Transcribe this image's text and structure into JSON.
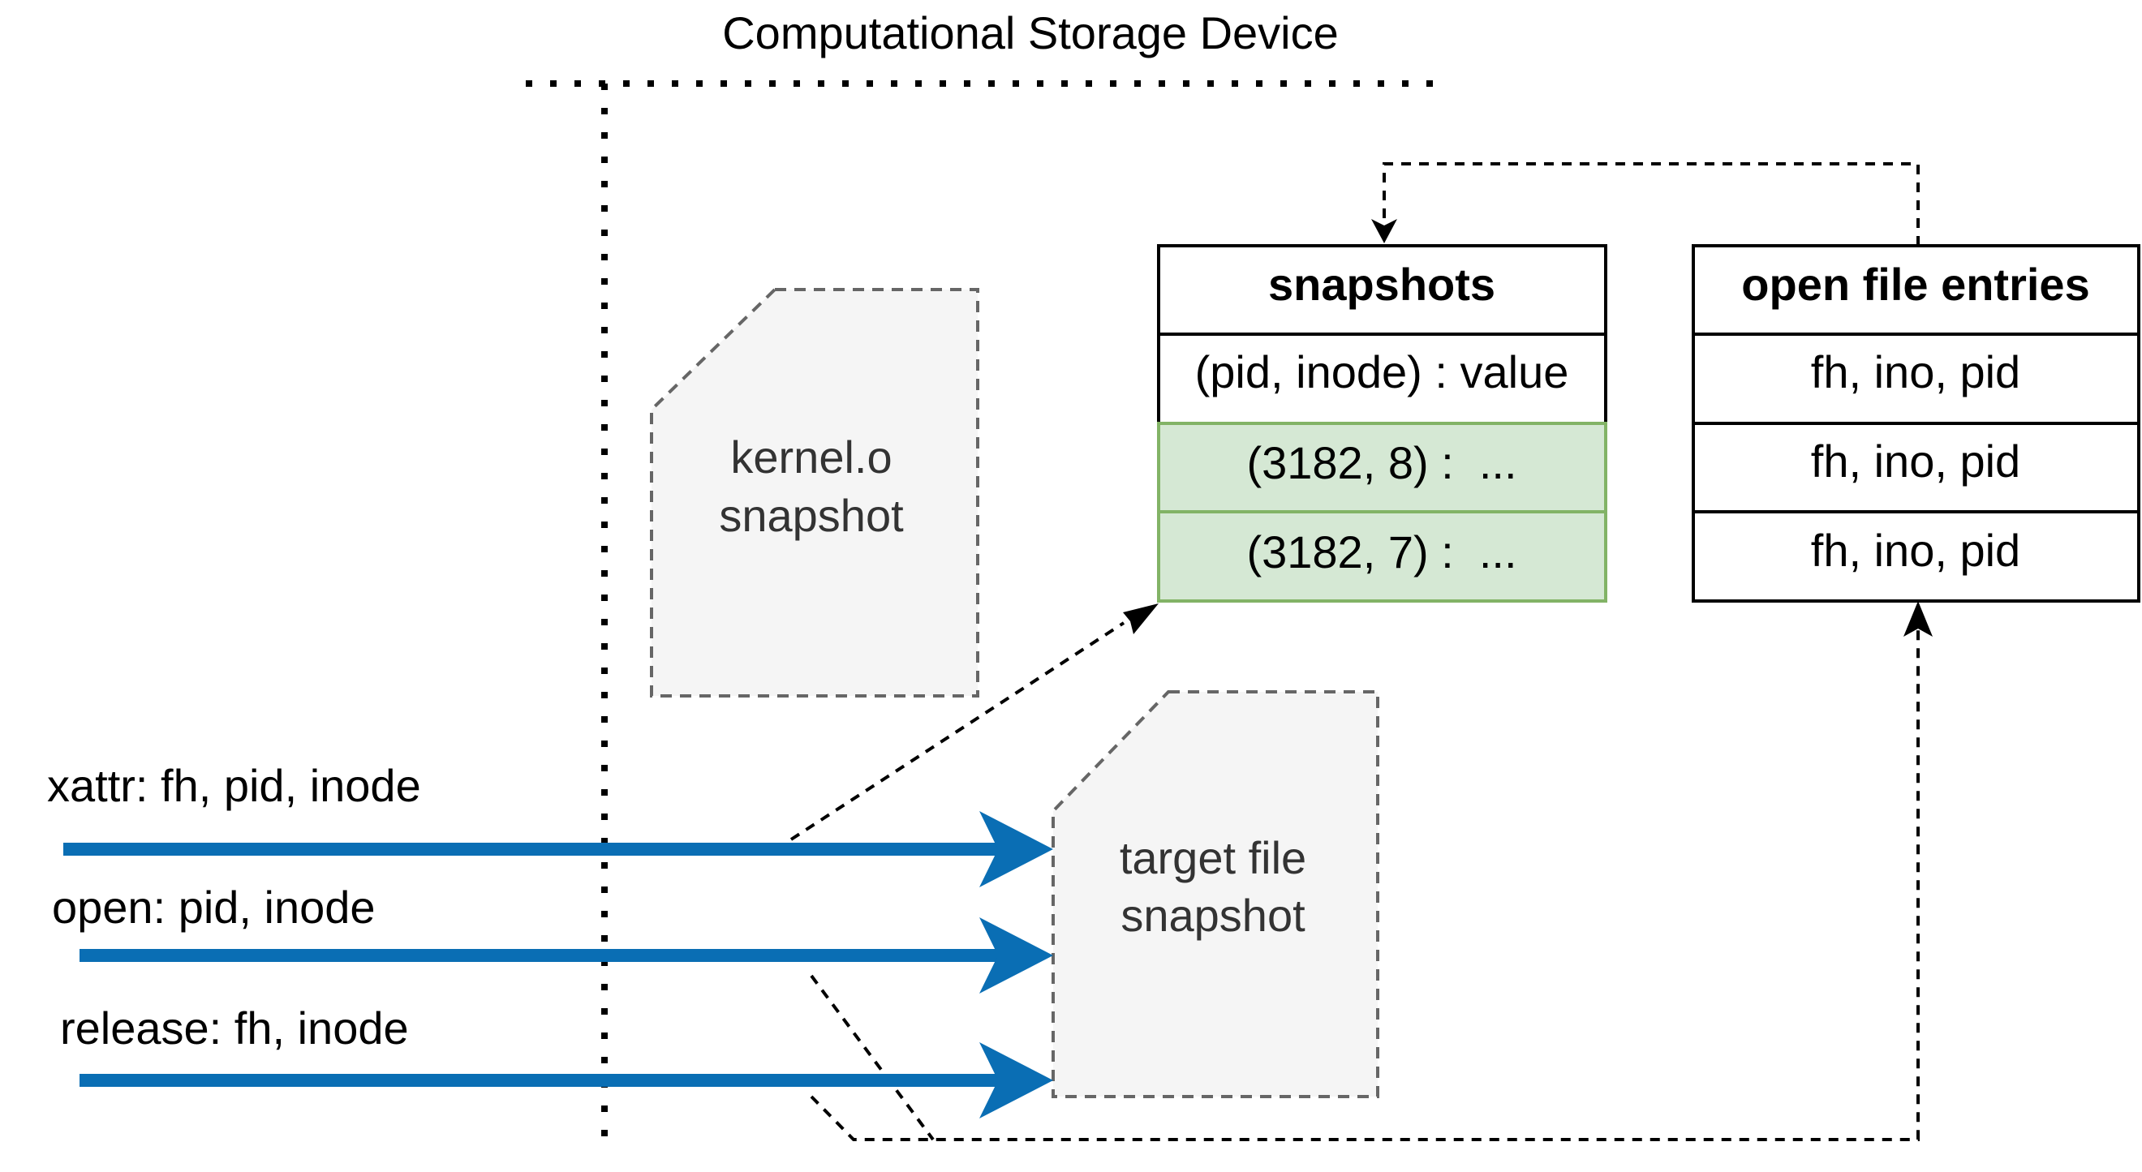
{
  "title": "Computational Storage Device",
  "kernel_snapshot": {
    "line1": "kernel.o",
    "line2": "snapshot"
  },
  "target_snapshot": {
    "line1": "target file",
    "line2": "snapshot"
  },
  "snapshots_table": {
    "header": "snapshots",
    "schema": "(pid, inode) : value",
    "rows": [
      "(3182, 8) :  ...",
      "(3182, 7) :  ..."
    ]
  },
  "open_files_table": {
    "header": "open file entries",
    "rows": [
      "fh, ino, pid",
      "fh, ino, pid",
      "fh, ino, pid"
    ]
  },
  "calls": [
    {
      "label": "xattr: fh, pid, inode"
    },
    {
      "label": "open: pid, inode"
    },
    {
      "label": "release: fh, inode"
    }
  ],
  "colors": {
    "arrow": "#0A6EB4",
    "highlight_fill": "#D5E8D4",
    "highlight_stroke": "#82B366",
    "doc_fill": "#F5F5F5",
    "doc_stroke": "#666666"
  }
}
